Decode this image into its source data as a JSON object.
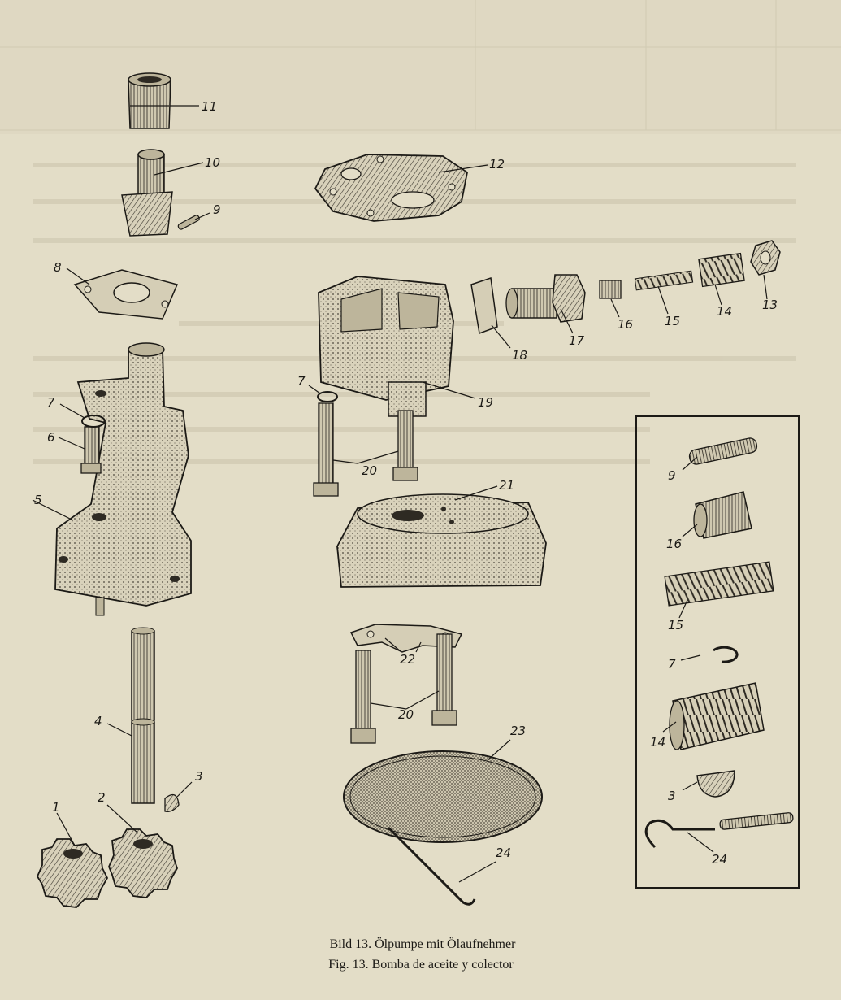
{
  "caption": {
    "line1": "Bild 13. Ölpumpe mit Ölaufnehmer",
    "line2": "Fig. 13. Bomba de aceite y colector"
  },
  "labels": {
    "n1": "1",
    "n2": "2",
    "n3": "3",
    "n4": "4",
    "n5": "5",
    "n6": "6",
    "n7": "7",
    "n8": "8",
    "n9": "9",
    "n10": "10",
    "n11": "11",
    "n12": "12",
    "n13": "13",
    "n14": "14",
    "n15": "15",
    "n16": "16",
    "n17": "17",
    "n18": "18",
    "n19": "19",
    "n20": "20",
    "n21": "21",
    "n22": "22",
    "n23": "23",
    "n24": "24"
  },
  "colors": {
    "paper": "#e3ddc7",
    "ink": "#1c1a16"
  }
}
